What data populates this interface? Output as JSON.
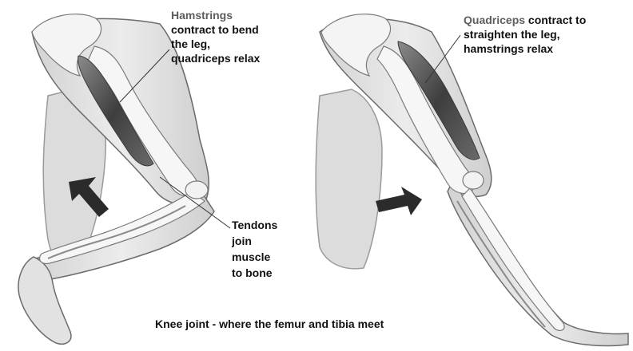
{
  "labels": {
    "hamstrings": {
      "term": "Hamstrings",
      "line1": "contract to bend",
      "line2": "the leg,",
      "line3": "quadriceps relax"
    },
    "quadriceps": {
      "term": "Quadriceps",
      "line1_rest": " contract to",
      "line2": "straighten the leg,",
      "line3": "hamstrings relax"
    },
    "tendons": {
      "line1": "Tendons",
      "line2": "join",
      "line3": "muscle",
      "line4": "to bone"
    },
    "caption": "Knee joint - where the femur and tibia meet"
  },
  "colors": {
    "term_text": "#5d5d5d",
    "body_text": "#111111",
    "skin_fill": "#e6e6e6",
    "skin_shadow": "#c9c9c9",
    "bone_fill": "#f4f4f4",
    "muscle_fill": "#4a4a4a",
    "arrow_fill": "#2b2b2b",
    "outline": "#555555"
  },
  "icons": {
    "bent_leg_arrow": "arrow-up-left-icon",
    "straight_leg_arrow": "arrow-right-icon"
  }
}
